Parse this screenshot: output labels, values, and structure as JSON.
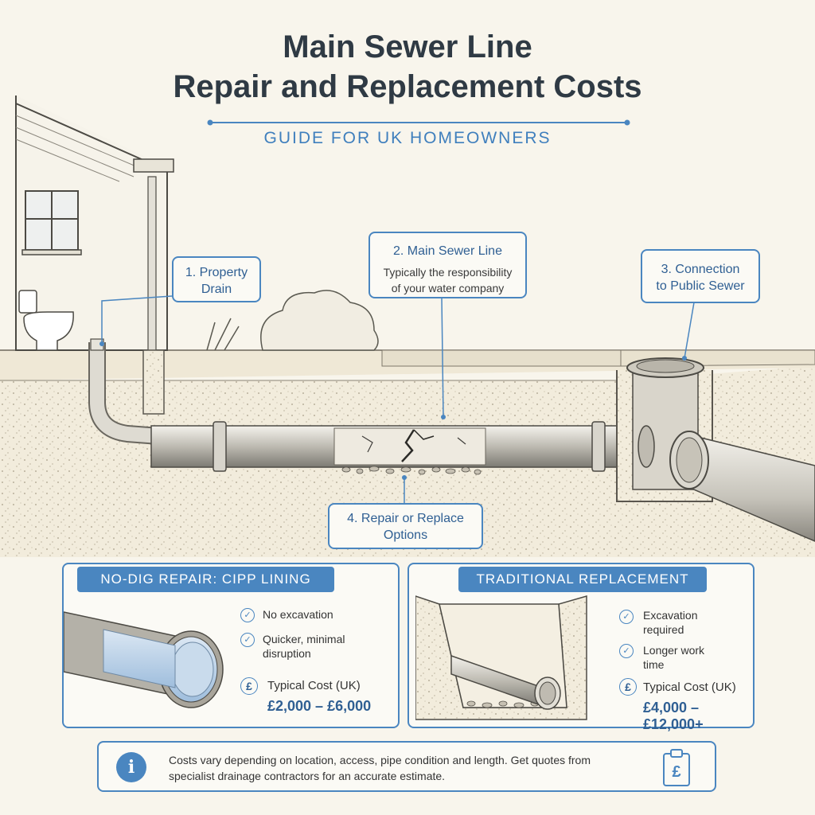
{
  "title": {
    "line1": "Main Sewer Line",
    "line2": "Repair and Replacement Costs"
  },
  "subtitle": "GUIDE FOR UK HOMEOWNERS",
  "callouts": {
    "property_drain": "1. Property\nDrain",
    "main_sewer": {
      "title": "2. Main Sewer Line",
      "desc": "Typically the responsibility\nof your water company"
    },
    "connection": "3. Connection\nto Public Sewer",
    "repair": "4. Repair or Replace\nOptions"
  },
  "no_dig": {
    "header": "NO-DIG REPAIR: CIPP LINING",
    "features": [
      "No excavation",
      "Quicker, minimal\ndisruption"
    ],
    "cost_label": "Typical Cost (UK)",
    "cost_value": "£2,000 – £6,000"
  },
  "traditional": {
    "header": "TRADITIONAL REPLACEMENT",
    "features": [
      "Excavation\nrequired",
      "Longer work\ntime"
    ],
    "cost_label": "Typical Cost (UK)",
    "cost_value": "£4,000 – £12,000+"
  },
  "info": {
    "text": "Costs vary depending on location, access, pipe condition and length. Get quotes from\nspecialist drainage contractors for an accurate estimate."
  },
  "icons": {
    "check": "check-circle-icon",
    "pound": "pound-icon",
    "info": "info-icon",
    "clipboard": "clipboard-pound-icon"
  },
  "colors": {
    "accent": "#4a86c0",
    "title": "#2f3a44",
    "background": "#f8f5ec"
  }
}
